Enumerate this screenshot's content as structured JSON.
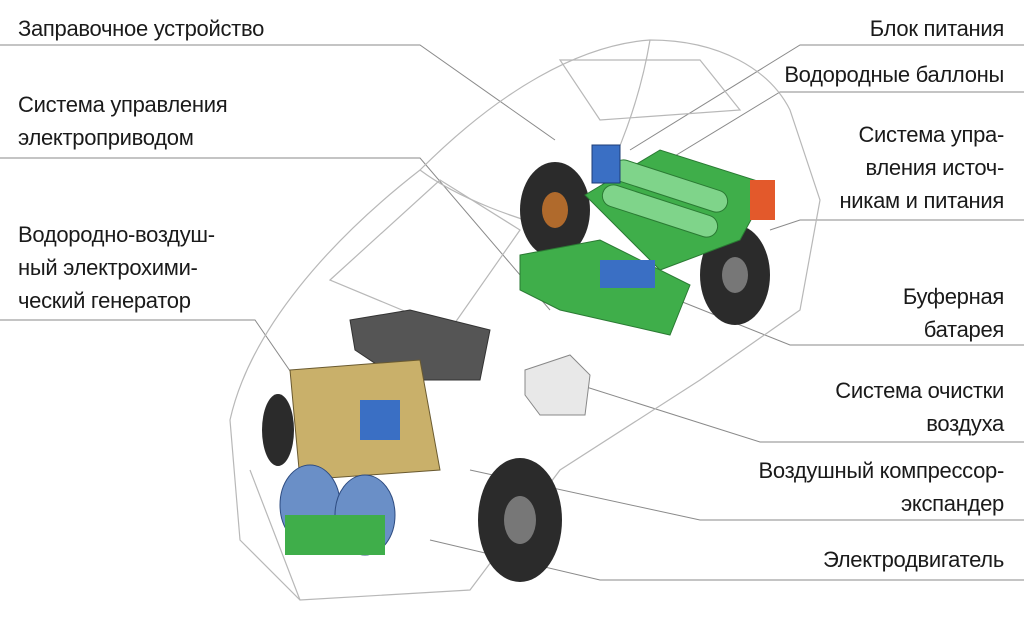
{
  "labels_left": {
    "refueling": [
      "Заправочное устройство"
    ],
    "drive_control": [
      "Система управления",
      "электроприводом"
    ],
    "generator": [
      "Водородно-воздуш-",
      "ный электрохими-",
      "ческий генератор"
    ]
  },
  "labels_right": {
    "power_unit": [
      "Блок питания"
    ],
    "hydrogen_tanks": [
      "Водородные баллоны"
    ],
    "source_control": [
      "Система упра-",
      "вления источ-",
      "никам и питания"
    ],
    "buffer_battery": [
      "Буферная",
      "батарея"
    ],
    "air_cleaning": [
      "Система очистки",
      "воздуха"
    ],
    "compressor": [
      "Воздушный компрессор-",
      "экспандер"
    ],
    "motor": [
      "Электродвигатель"
    ]
  },
  "colors": {
    "part_green": "#3fae4a",
    "tank_green": "#59c06a",
    "tire": "#2b2b2b",
    "battery_blue": "#3a6fc4",
    "leader": "#8a8a8a"
  }
}
